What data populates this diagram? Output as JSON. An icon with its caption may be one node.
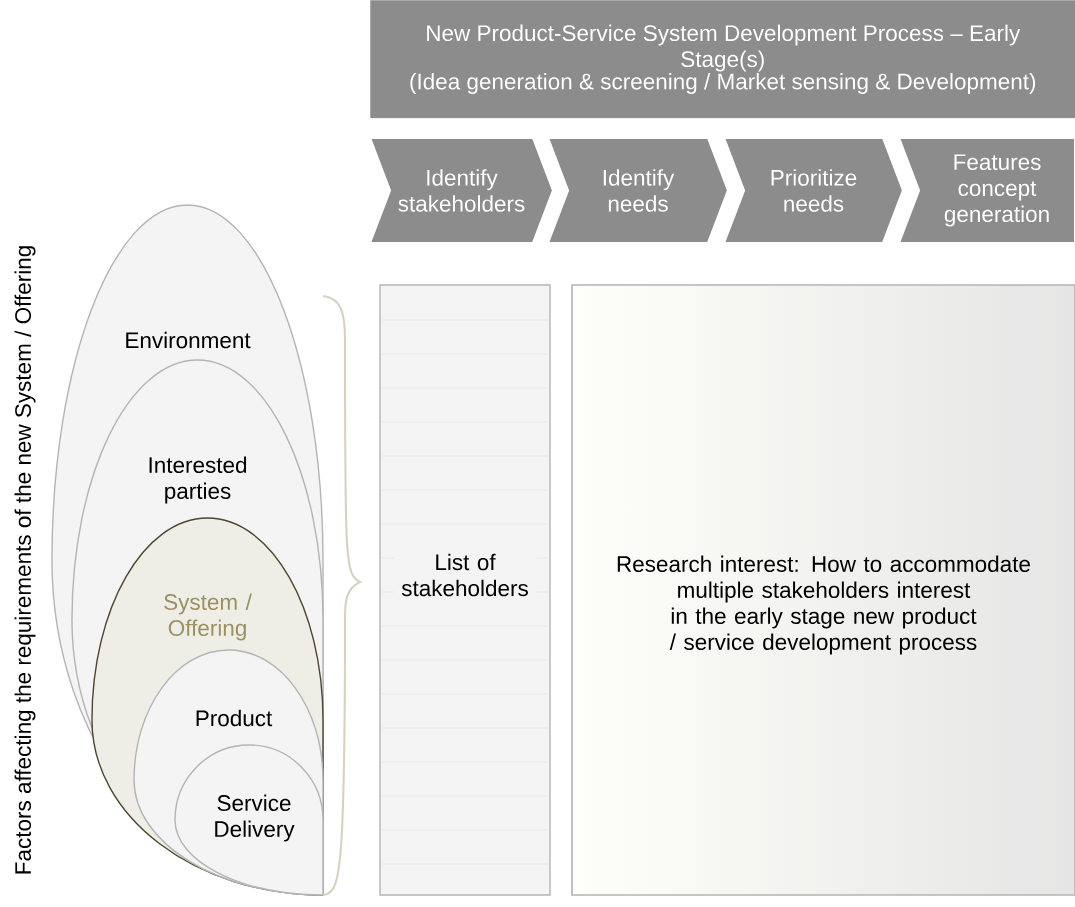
{
  "diagram": {
    "nodes": [
      {
        "text": [
          "New Product-Service System Development Process – Early Stage(s)",
          "(Idea generation & screening / Market sensing & Development)"
        ]
      },
      {
        "text": [
          "Identify stakeholders"
        ]
      },
      {
        "text": [
          "Identify needs"
        ]
      },
      {
        "text": [
          "Prioritize needs"
        ]
      },
      {
        "text": [
          "Features concept generation"
        ]
      },
      {
        "text": [
          "Environment"
        ]
      },
      {
        "text": [
          "Interested parties"
        ],
        "in": 5
      },
      {
        "text": [
          "System / Offering"
        ],
        "in": 6
      },
      {
        "text": [
          "Product"
        ],
        "in": 7
      },
      {
        "text": [
          "Service Delivery"
        ],
        "in": 8
      },
      {
        "text": [
          "List of stakeholders"
        ]
      },
      {
        "text": [
          "Research interest: How to accommodate multiple stakeholders interest in the early stage new product / service development process"
        ]
      }
    ],
    "labels": [
      "Factors affecting the requirements of the new System / Offering"
    ]
  }
}
